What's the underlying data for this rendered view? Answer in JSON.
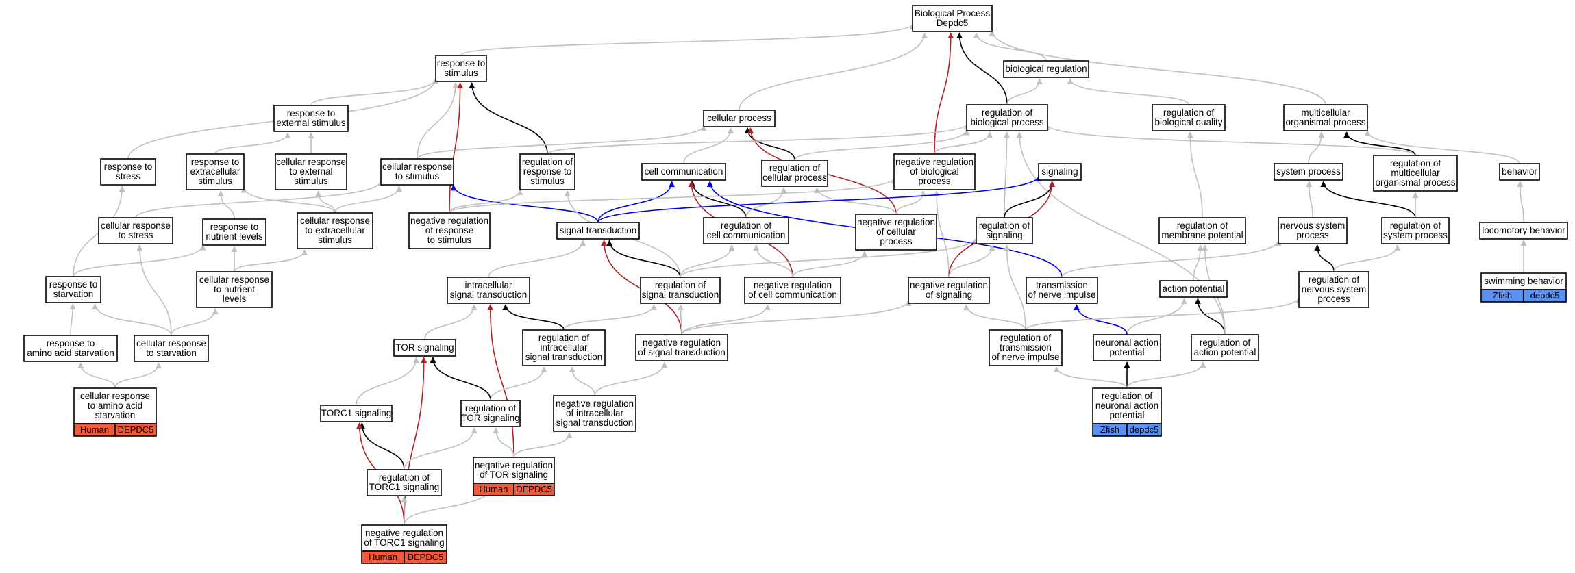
{
  "colors": {
    "is_a": "#c0c0c0",
    "part_of": "#000000",
    "negatively_regulates": "#b22222",
    "positively_regulates": "#0000ee",
    "human": "#f05a3c",
    "zfish": "#5b8ff0"
  },
  "nodes": [
    {
      "id": "bp",
      "lines": [
        "Biological Process",
        "Depdc5"
      ]
    },
    {
      "id": "resp_stim",
      "lines": [
        "response to",
        "stimulus"
      ]
    },
    {
      "id": "bio_reg",
      "lines": [
        "biological regulation"
      ]
    },
    {
      "id": "resp_ext",
      "lines": [
        "response to",
        "external stimulus"
      ]
    },
    {
      "id": "cell_proc",
      "lines": [
        "cellular process"
      ]
    },
    {
      "id": "reg_bio_proc",
      "lines": [
        "regulation of",
        "biological process"
      ]
    },
    {
      "id": "reg_bio_qual",
      "lines": [
        "regulation of",
        "biological quality"
      ]
    },
    {
      "id": "multicell",
      "lines": [
        "multicellular",
        "organismal process"
      ]
    },
    {
      "id": "resp_stress",
      "lines": [
        "response to",
        "stress"
      ]
    },
    {
      "id": "resp_extracell",
      "lines": [
        "response to",
        "extracellular",
        "stimulus"
      ]
    },
    {
      "id": "cell_resp_ext",
      "lines": [
        "cellular response",
        "to external",
        "stimulus"
      ]
    },
    {
      "id": "cell_resp_stim",
      "lines": [
        "cellular response",
        "to stimulus"
      ]
    },
    {
      "id": "reg_resp_stim",
      "lines": [
        "regulation of",
        "response to",
        "stimulus"
      ]
    },
    {
      "id": "cell_comm",
      "lines": [
        "cell communication"
      ]
    },
    {
      "id": "reg_cell_proc",
      "lines": [
        "regulation of",
        "cellular process"
      ]
    },
    {
      "id": "neg_reg_bio_proc",
      "lines": [
        "negative regulation",
        "of biological",
        "process"
      ]
    },
    {
      "id": "signaling",
      "lines": [
        "signaling"
      ]
    },
    {
      "id": "system_proc",
      "lines": [
        "system process"
      ]
    },
    {
      "id": "reg_multicell",
      "lines": [
        "regulation of",
        "multicellular",
        "organismal process"
      ]
    },
    {
      "id": "behavior",
      "lines": [
        "behavior"
      ]
    },
    {
      "id": "cell_resp_stress",
      "lines": [
        "cellular response",
        "to stress"
      ]
    },
    {
      "id": "resp_nutrient",
      "lines": [
        "response to",
        "nutrient levels"
      ]
    },
    {
      "id": "cell_resp_extracell",
      "lines": [
        "cellular response",
        "to extracellular",
        "stimulus"
      ]
    },
    {
      "id": "neg_reg_resp_stim",
      "lines": [
        "negative regulation",
        "of response",
        "to stimulus"
      ]
    },
    {
      "id": "signal_trans",
      "lines": [
        "signal transduction"
      ]
    },
    {
      "id": "reg_cell_comm",
      "lines": [
        "regulation of",
        "cell communication"
      ]
    },
    {
      "id": "neg_reg_cell_proc",
      "lines": [
        "negative regulation",
        "of cellular",
        "process"
      ]
    },
    {
      "id": "reg_signaling",
      "lines": [
        "regulation of",
        "signaling"
      ]
    },
    {
      "id": "reg_membrane",
      "lines": [
        "regulation of",
        "membrane potential"
      ]
    },
    {
      "id": "nervous_sys",
      "lines": [
        "nervous system",
        "process"
      ]
    },
    {
      "id": "reg_sys_proc",
      "lines": [
        "regulation of",
        "system process"
      ]
    },
    {
      "id": "locomotory",
      "lines": [
        "locomotory behavior"
      ]
    },
    {
      "id": "resp_starv",
      "lines": [
        "response to",
        "starvation"
      ]
    },
    {
      "id": "cell_resp_nutrient",
      "lines": [
        "cellular response",
        "to nutrient",
        "levels"
      ]
    },
    {
      "id": "intracell_sig",
      "lines": [
        "intracellular",
        "signal transduction"
      ]
    },
    {
      "id": "reg_sig_trans",
      "lines": [
        "regulation of",
        "signal transduction"
      ]
    },
    {
      "id": "neg_reg_cell_comm",
      "lines": [
        "negative regulation",
        "of cell communication"
      ]
    },
    {
      "id": "neg_reg_signaling",
      "lines": [
        "negative regulation",
        "of signaling"
      ]
    },
    {
      "id": "trans_nerve",
      "lines": [
        "transmission",
        "of nerve impulse"
      ]
    },
    {
      "id": "action_pot",
      "lines": [
        "action potential"
      ]
    },
    {
      "id": "reg_nervous_sys",
      "lines": [
        "regulation of",
        "nervous system",
        "process"
      ]
    },
    {
      "id": "swimming",
      "lines": [
        "swimming behavior"
      ]
    },
    {
      "id": "resp_aa_starv",
      "lines": [
        "response to",
        "amino acid starvation"
      ]
    },
    {
      "id": "cell_resp_starv",
      "lines": [
        "cellular response",
        "to starvation"
      ]
    },
    {
      "id": "tor_sig",
      "lines": [
        "TOR signaling"
      ]
    },
    {
      "id": "reg_intracell",
      "lines": [
        "regulation of",
        "intracellular",
        "signal transduction"
      ]
    },
    {
      "id": "neg_reg_sig_trans",
      "lines": [
        "negative regulation",
        "of signal transduction"
      ]
    },
    {
      "id": "reg_trans_nerve",
      "lines": [
        "regulation of",
        "transmission",
        "of nerve impulse"
      ]
    },
    {
      "id": "neuronal_ap",
      "lines": [
        "neuronal action",
        "potential"
      ]
    },
    {
      "id": "reg_ap",
      "lines": [
        "regulation of",
        "action potential"
      ]
    },
    {
      "id": "cell_resp_aa_starv",
      "lines": [
        "cellular response",
        "to amino acid",
        "starvation"
      ]
    },
    {
      "id": "torc1_sig",
      "lines": [
        "TORC1 signaling"
      ]
    },
    {
      "id": "reg_tor",
      "lines": [
        "regulation of",
        "TOR signaling"
      ]
    },
    {
      "id": "neg_reg_intracell",
      "lines": [
        "negative regulation",
        "of intracellular",
        "signal transduction"
      ]
    },
    {
      "id": "reg_neuronal_ap",
      "lines": [
        "regulation of",
        "neuronal action",
        "potential"
      ]
    },
    {
      "id": "reg_torc1",
      "lines": [
        "regulation of",
        "TORC1 signaling"
      ]
    },
    {
      "id": "neg_reg_tor",
      "lines": [
        "negative regulation",
        "of TOR signaling"
      ]
    },
    {
      "id": "neg_reg_torc1",
      "lines": [
        "negative regulation",
        "of TORC1 signaling"
      ]
    }
  ],
  "annotations": [
    {
      "node": "cell_resp_aa_starv",
      "species": "Human",
      "gene": "DEPDC5",
      "color": "#f05a3c"
    },
    {
      "node": "neg_reg_tor",
      "species": "Human",
      "gene": "DEPDC5",
      "color": "#f05a3c"
    },
    {
      "node": "neg_reg_torc1",
      "species": "Human",
      "gene": "DEPDC5",
      "color": "#f05a3c"
    },
    {
      "node": "reg_neuronal_ap",
      "species": "Zfish",
      "gene": "depdc5",
      "color": "#5b8ff0"
    },
    {
      "node": "swimming",
      "species": "Zfish",
      "gene": "depdc5",
      "color": "#5b8ff0"
    }
  ],
  "edges": [
    {
      "from": "resp_stim",
      "to": "bp",
      "type": "is_a"
    },
    {
      "from": "cell_proc",
      "to": "bp",
      "type": "is_a"
    },
    {
      "from": "bio_reg",
      "to": "bp",
      "type": "is_a"
    },
    {
      "from": "multicell",
      "to": "bp",
      "type": "is_a"
    },
    {
      "from": "reg_bio_proc",
      "to": "bp",
      "type": "part_of"
    },
    {
      "from": "neg_reg_bio_proc",
      "to": "bp",
      "type": "negatively_regulates"
    },
    {
      "from": "reg_bio_proc",
      "to": "bio_reg",
      "type": "is_a"
    },
    {
      "from": "reg_bio_qual",
      "to": "bio_reg",
      "type": "is_a"
    },
    {
      "from": "resp_ext",
      "to": "resp_stim",
      "type": "is_a"
    },
    {
      "from": "resp_stress",
      "to": "resp_stim",
      "type": "is_a"
    },
    {
      "from": "cell_resp_stim",
      "to": "resp_stim",
      "type": "is_a"
    },
    {
      "from": "reg_resp_stim",
      "to": "resp_stim",
      "type": "part_of"
    },
    {
      "from": "neg_reg_resp_stim",
      "to": "resp_stim",
      "type": "negatively_regulates"
    },
    {
      "from": "resp_extracell",
      "to": "resp_ext",
      "type": "is_a"
    },
    {
      "from": "cell_resp_ext",
      "to": "resp_ext",
      "type": "is_a"
    },
    {
      "from": "cell_comm",
      "to": "cell_proc",
      "type": "is_a"
    },
    {
      "from": "reg_cell_proc",
      "to": "cell_proc",
      "type": "part_of"
    },
    {
      "from": "neg_reg_cell_proc",
      "to": "cell_proc",
      "type": "negatively_regulates"
    },
    {
      "from": "cell_resp_stim",
      "to": "cell_proc",
      "type": "is_a"
    },
    {
      "from": "reg_resp_stim",
      "to": "reg_bio_proc",
      "type": "is_a"
    },
    {
      "from": "reg_cell_proc",
      "to": "reg_bio_proc",
      "type": "is_a"
    },
    {
      "from": "neg_reg_bio_proc",
      "to": "reg_bio_proc",
      "type": "is_a"
    },
    {
      "from": "reg_signaling",
      "to": "reg_bio_proc",
      "type": "is_a"
    },
    {
      "from": "reg_multicell",
      "to": "reg_bio_proc",
      "type": "is_a"
    },
    {
      "from": "reg_ap",
      "to": "reg_bio_proc",
      "type": "is_a"
    },
    {
      "from": "reg_membrane",
      "to": "reg_bio_qual",
      "type": "is_a"
    },
    {
      "from": "system_proc",
      "to": "multicell",
      "type": "is_a"
    },
    {
      "from": "reg_multicell",
      "to": "multicell",
      "type": "part_of"
    },
    {
      "from": "behavior",
      "to": "multicell",
      "type": "is_a"
    },
    {
      "from": "resp_starv",
      "to": "resp_stress",
      "type": "is_a"
    },
    {
      "from": "resp_nutrient",
      "to": "resp_extracell",
      "type": "is_a"
    },
    {
      "from": "cell_resp_extracell",
      "to": "resp_extracell",
      "type": "is_a"
    },
    {
      "from": "cell_resp_extracell",
      "to": "cell_resp_ext",
      "type": "is_a"
    },
    {
      "from": "cell_resp_stress",
      "to": "cell_resp_stim",
      "type": "is_a"
    },
    {
      "from": "cell_resp_extracell",
      "to": "cell_resp_stim",
      "type": "is_a"
    },
    {
      "from": "signal_trans",
      "to": "cell_resp_stim",
      "type": "positively_regulates"
    },
    {
      "from": "neg_reg_resp_stim",
      "to": "reg_resp_stim",
      "type": "is_a"
    },
    {
      "from": "reg_sig_trans",
      "to": "reg_resp_stim",
      "type": "is_a"
    },
    {
      "from": "signal_trans",
      "to": "cell_comm",
      "type": "positively_regulates"
    },
    {
      "from": "reg_cell_comm",
      "to": "cell_comm",
      "type": "part_of"
    },
    {
      "from": "neg_reg_cell_comm",
      "to": "cell_comm",
      "type": "negatively_regulates"
    },
    {
      "from": "trans_nerve",
      "to": "cell_comm",
      "type": "positively_regulates"
    },
    {
      "from": "reg_cell_comm",
      "to": "reg_cell_proc",
      "type": "is_a"
    },
    {
      "from": "neg_reg_cell_proc",
      "to": "reg_cell_proc",
      "type": "is_a"
    },
    {
      "from": "neg_reg_cell_proc",
      "to": "neg_reg_bio_proc",
      "type": "is_a"
    },
    {
      "from": "neg_reg_resp_stim",
      "to": "neg_reg_bio_proc",
      "type": "is_a"
    },
    {
      "from": "neg_reg_signaling",
      "to": "neg_reg_bio_proc",
      "type": "is_a"
    },
    {
      "from": "signal_trans",
      "to": "signaling",
      "type": "positively_regulates"
    },
    {
      "from": "reg_signaling",
      "to": "signaling",
      "type": "part_of"
    },
    {
      "from": "neg_reg_signaling",
      "to": "signaling",
      "type": "negatively_regulates"
    },
    {
      "from": "nervous_sys",
      "to": "system_proc",
      "type": "is_a"
    },
    {
      "from": "reg_sys_proc",
      "to": "system_proc",
      "type": "part_of"
    },
    {
      "from": "reg_sys_proc",
      "to": "reg_multicell",
      "type": "is_a"
    },
    {
      "from": "locomotory",
      "to": "behavior",
      "type": "is_a"
    },
    {
      "from": "cell_resp_starv",
      "to": "cell_resp_stress",
      "type": "is_a"
    },
    {
      "from": "resp_starv",
      "to": "resp_nutrient",
      "type": "is_a"
    },
    {
      "from": "cell_resp_nutrient",
      "to": "resp_nutrient",
      "type": "is_a"
    },
    {
      "from": "cell_resp_nutrient",
      "to": "cell_resp_extracell",
      "type": "is_a"
    },
    {
      "from": "intracell_sig",
      "to": "signal_trans",
      "type": "is_a"
    },
    {
      "from": "reg_sig_trans",
      "to": "signal_trans",
      "type": "part_of"
    },
    {
      "from": "neg_reg_sig_trans",
      "to": "signal_trans",
      "type": "negatively_regulates"
    },
    {
      "from": "reg_sig_trans",
      "to": "reg_cell_comm",
      "type": "is_a"
    },
    {
      "from": "neg_reg_cell_comm",
      "to": "reg_cell_comm",
      "type": "is_a"
    },
    {
      "from": "neg_reg_cell_comm",
      "to": "neg_reg_cell_proc",
      "type": "is_a"
    },
    {
      "from": "reg_sig_trans",
      "to": "reg_signaling",
      "type": "is_a"
    },
    {
      "from": "neg_reg_signaling",
      "to": "reg_signaling",
      "type": "is_a"
    },
    {
      "from": "action_pot",
      "to": "reg_membrane",
      "type": "is_a"
    },
    {
      "from": "trans_nerve",
      "to": "nervous_sys",
      "type": "is_a"
    },
    {
      "from": "reg_nervous_sys",
      "to": "nervous_sys",
      "type": "part_of"
    },
    {
      "from": "reg_nervous_sys",
      "to": "reg_sys_proc",
      "type": "is_a"
    },
    {
      "from": "swimming",
      "to": "locomotory",
      "type": "is_a"
    },
    {
      "from": "resp_aa_starv",
      "to": "resp_starv",
      "type": "is_a"
    },
    {
      "from": "cell_resp_starv",
      "to": "resp_starv",
      "type": "is_a"
    },
    {
      "from": "cell_resp_starv",
      "to": "cell_resp_nutrient",
      "type": "is_a"
    },
    {
      "from": "tor_sig",
      "to": "intracell_sig",
      "type": "is_a"
    },
    {
      "from": "reg_intracell",
      "to": "intracell_sig",
      "type": "part_of"
    },
    {
      "from": "neg_reg_tor",
      "to": "intracell_sig",
      "type": "negatively_regulates"
    },
    {
      "from": "reg_intracell",
      "to": "reg_sig_trans",
      "type": "is_a"
    },
    {
      "from": "neg_reg_sig_trans",
      "to": "reg_sig_trans",
      "type": "is_a"
    },
    {
      "from": "neg_reg_sig_trans",
      "to": "neg_reg_cell_comm",
      "type": "is_a"
    },
    {
      "from": "neg_reg_sig_trans",
      "to": "neg_reg_signaling",
      "type": "is_a"
    },
    {
      "from": "reg_trans_nerve",
      "to": "neg_reg_signaling",
      "type": "is_a"
    },
    {
      "from": "reg_trans_nerve",
      "to": "reg_signaling",
      "type": "is_a"
    },
    {
      "from": "neuronal_ap",
      "to": "action_pot",
      "type": "is_a"
    },
    {
      "from": "neuronal_ap",
      "to": "trans_nerve",
      "type": "positively_regulates"
    },
    {
      "from": "reg_ap",
      "to": "action_pot",
      "type": "part_of"
    },
    {
      "from": "reg_ap",
      "to": "reg_membrane",
      "type": "is_a"
    },
    {
      "from": "reg_trans_nerve",
      "to": "reg_nervous_sys",
      "type": "is_a"
    },
    {
      "from": "cell_resp_aa_starv",
      "to": "resp_aa_starv",
      "type": "is_a"
    },
    {
      "from": "cell_resp_aa_starv",
      "to": "cell_resp_starv",
      "type": "is_a"
    },
    {
      "from": "torc1_sig",
      "to": "tor_sig",
      "type": "is_a"
    },
    {
      "from": "reg_tor",
      "to": "tor_sig",
      "type": "part_of"
    },
    {
      "from": "neg_reg_torc1",
      "to": "tor_sig",
      "type": "negatively_regulates"
    },
    {
      "from": "reg_tor",
      "to": "reg_intracell",
      "type": "is_a"
    },
    {
      "from": "neg_reg_intracell",
      "to": "reg_intracell",
      "type": "is_a"
    },
    {
      "from": "neg_reg_intracell",
      "to": "neg_reg_sig_trans",
      "type": "is_a"
    },
    {
      "from": "reg_neuronal_ap",
      "to": "neuronal_ap",
      "type": "part_of"
    },
    {
      "from": "reg_neuronal_ap",
      "to": "reg_trans_nerve",
      "type": "is_a"
    },
    {
      "from": "reg_neuronal_ap",
      "to": "reg_ap",
      "type": "is_a"
    },
    {
      "from": "reg_torc1",
      "to": "torc1_sig",
      "type": "part_of"
    },
    {
      "from": "neg_reg_torc1",
      "to": "torc1_sig",
      "type": "negatively_regulates"
    },
    {
      "from": "reg_torc1",
      "to": "reg_tor",
      "type": "is_a"
    },
    {
      "from": "neg_reg_tor",
      "to": "reg_tor",
      "type": "is_a"
    },
    {
      "from": "neg_reg_tor",
      "to": "neg_reg_intracell",
      "type": "is_a"
    },
    {
      "from": "neg_reg_torc1",
      "to": "reg_torc1",
      "type": "is_a"
    },
    {
      "from": "neg_reg_torc1",
      "to": "neg_reg_tor",
      "type": "is_a"
    }
  ]
}
